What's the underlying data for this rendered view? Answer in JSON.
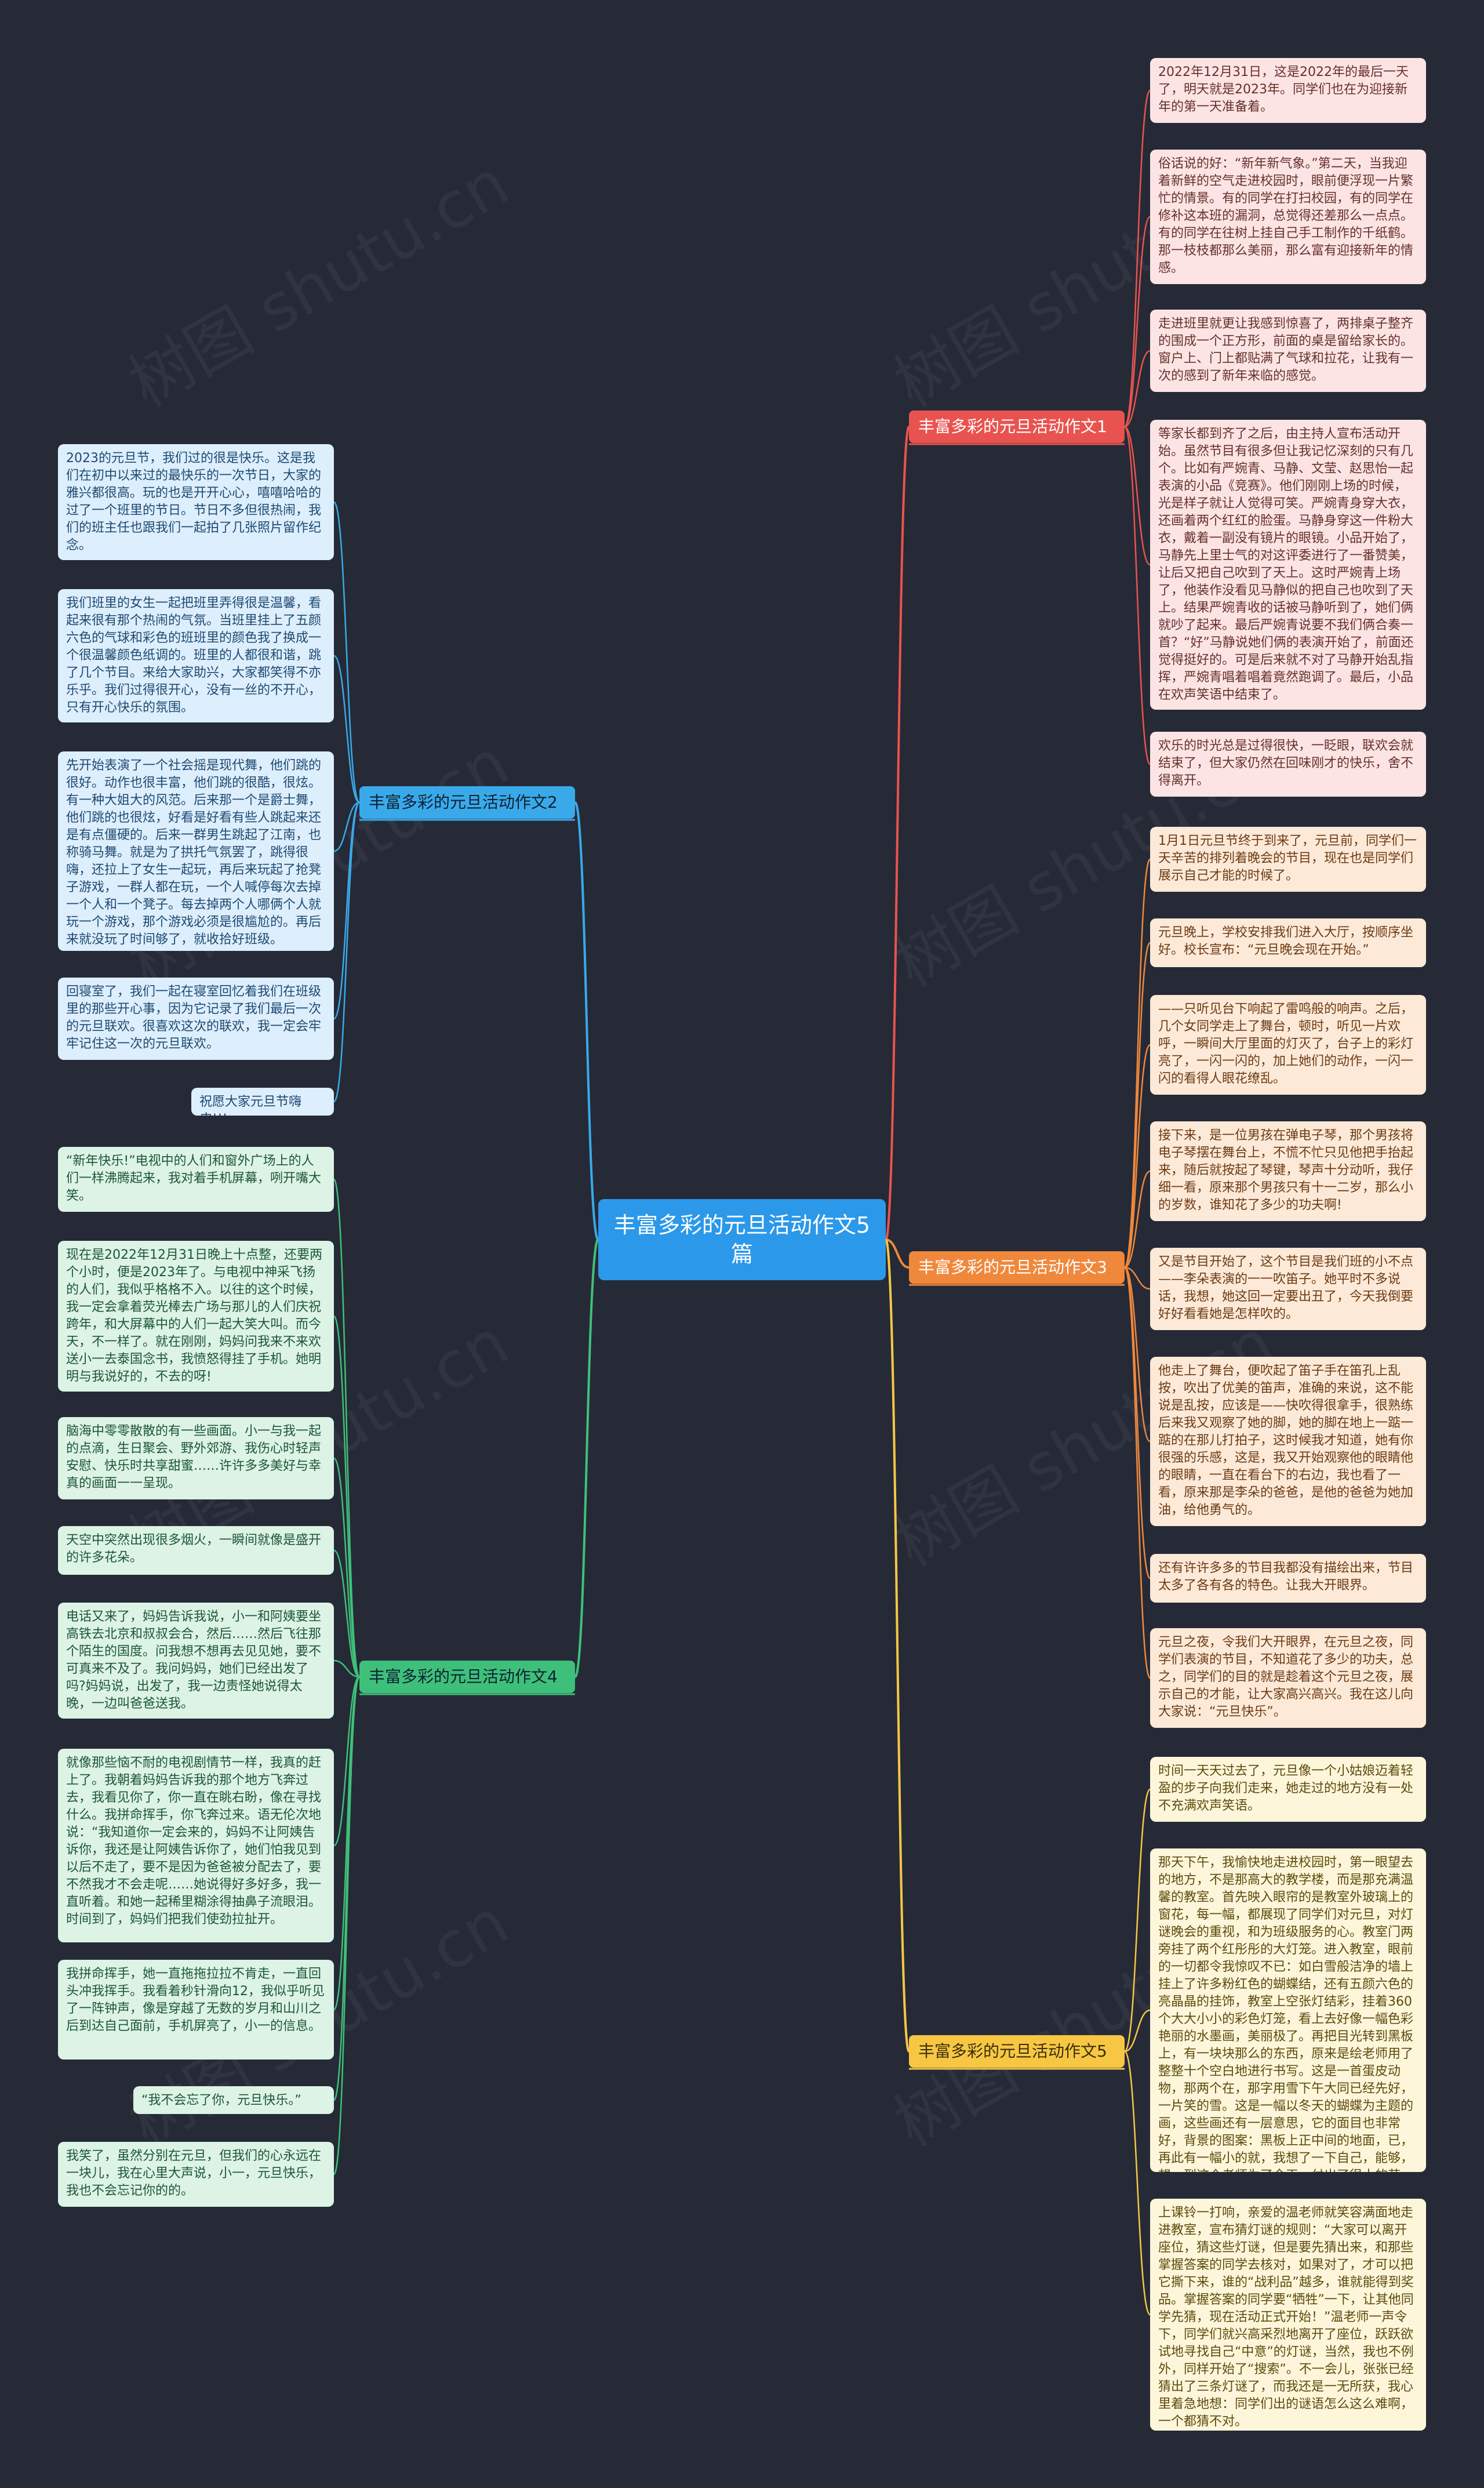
{
  "root": "丰富多彩的元旦活动作文5篇",
  "watermark": "树图 shutu.cn",
  "colors": {
    "background": "#252a36",
    "red": "#e9534f",
    "orange": "#f0883c",
    "yellow": "#f7c744",
    "blue": "#3aa9ea",
    "green": "#3fc07a"
  },
  "branches": [
    {
      "id": "b1",
      "label": "丰富多彩的元旦活动作文1",
      "color": "red",
      "side": "right",
      "leaves": [
        "2022年12月31日，这是2022年的最后一天了，明天就是2023年。同学们也在为迎接新年的第一天准备着。",
        "俗话说的好：“新年新气象。”第二天，当我迎着新鲜的空气走进校园时，眼前便浮现一片繁忙的情景。有的同学在打扫校园，有的同学在修补这本班的漏洞，总觉得还差那么一点点。有的同学在往树上挂自己手工制作的千纸鹤。那一枝枝都那么美丽，那么富有迎接新年的情感。",
        "走进班里就更让我感到惊喜了，两排桌子整齐的围成一个正方形，前面的桌是留给家长的。窗户上、门上都贴满了气球和拉花，让我有一次的感到了新年来临的感觉。",
        "等家长都到齐了之后，由主持人宣布活动开始。虽然节目有很多但让我记忆深刻的只有几个。比如有严婉青、马静、文莹、赵思怡一起表演的小品《竞赛》。他们刚刚上场的时候，光是样子就让人觉得可笑。严婉青身穿大衣，还画着两个红红的脸蛋。马静身穿这一件粉大衣，戴着一副没有镜片的眼镜。小品开始了，马静先上里士气的对这评委进行了一番赞美，让后又把自己吹到了天上。这时严婉青上场了，他装作没看见马静似的把自己也吹到了天上。结果严婉青收的话被马静听到了，她们俩就吵了起来。最后严婉青说要不我们俩合奏一首？“好”马静说她们俩的表演开始了，前面还觉得挺好的。可是后来就不对了马静开始乱指挥，严婉青唱着唱着竟然跑调了。最后，小品在欢声笑语中结束了。",
        "欢乐的时光总是过得很快，一眨眼，联欢会就结束了，但大家仍然在回味刚才的快乐，舍不得离开。"
      ]
    },
    {
      "id": "b3",
      "label": "丰富多彩的元旦活动作文3",
      "color": "orange",
      "side": "right",
      "leaves": [
        "1月1日元旦节终于到来了，元旦前，同学们一天辛苦的排列着晚会的节目，现在也是同学们展示自己才能的时候了。",
        "元旦晚上，学校安排我们进入大厅，按顺序坐好。校长宣布：“元旦晚会现在开始。”",
        "——只听见台下响起了雷鸣般的响声。之后，几个女同学走上了舞台，顿时，听见一片欢呼，一瞬间大厅里面的灯灭了，台子上的彩灯亮了，一闪一闪的，加上她们的动作，一闪一闪的看得人眼花缭乱。",
        "接下来，是一位男孩在弹电子琴，那个男孩将电子琴摆在舞台上，不慌不忙只见他把手抬起来，随后就按起了琴键，琴声十分动听，我仔细一看，原来那个男孩只有十一二岁，那么小的岁数，谁知花了多少的功夫啊!",
        "又是节目开始了，这个节目是我们班的小不点——李朵表演的一一吹笛子。她平时不多说话，我想，她这回一定要出丑了，今天我倒要好好看看她是怎样吹的。",
        "他走上了舞台，便吹起了笛子手在笛孔上乱按，吹出了优美的笛声，准确的来说，这不能说是乱按，应该是——快吹得很拿手，很熟练后来我又观察了她的脚，她的脚在地上一踮一踮的在那儿打拍子，这时候我才知道，她有你很强的乐感，这是，我又开始观察他的眼睛他的眼睛，一直在看台下的右边，我也看了一看，原来那是李朵的爸爸，是他的爸爸为她加油，给他勇气的。",
        "还有许许多多的节目我都没有描绘出来，节目太多了各有各的特色。让我大开眼界。",
        "元旦之夜，令我们大开眼界，在元旦之夜，同学们表演的节目，不知道花了多少的功夫，总之，同学们的目的就是趁着这个元旦之夜，展示自己的才能，让大家高兴高兴。我在这儿向大家说：“元旦快乐”。"
      ]
    },
    {
      "id": "b5",
      "label": "丰富多彩的元旦活动作文5",
      "color": "yellow",
      "side": "right",
      "leaves": [
        "时间一天天过去了，元旦像一个小姑娘迈着轻盈的步子向我们走来，她走过的地方没有一处不充满欢声笑语。",
        "那天下午，我愉快地走进校园时，第一眼望去的地方，不是那高大的教学楼，而是那充满温馨的教室。首先映入眼帘的是教室外玻璃上的窗花，每一幅，都展现了同学们对元旦，对灯谜晚会的重视，和为班级服务的心。教室门两旁挂了两个红彤彤的大灯笼。进入教室，眼前的一切都令我惊叹不已：如白雪般洁净的墙上挂上了许多粉红色的蝴蝶结，还有五颜六色的亮晶晶的挂饰，教室上空张灯结彩，挂着360个大大小小的彩色灯笼，看上去好像一幅色彩艳丽的水墨画，美丽极了。再把目光转到黑板上，有一块块那么的东西，原来是绘老师用了整整十个空白地进行书写。这是一首蛋皮动物，那两个在，那字用雪下午大同已经先好，一片笑的雪。这是一幅以冬天的蝴蝶为主题的画，这些画还有一层意思，它的面目也非常好，背景的图案：黑板上正中间的地面，已，再此有一幅小的就，我想了一下自己，能够，想，到这个老师为了今天，付出了很大的劳动，心里不禁感到无比的感激。",
        "上课铃一打响，亲爱的温老师就笑容满面地走进教室，宣布猜灯谜的规则：“大家可以离开座位，猜这些灯谜，但是要先猜出来，和那些掌握答案的同学去核对，如果对了，才可以把它撕下来，谁的“战利品”越多，谁就能得到奖品。掌握答案的同学要“牺牲”一下，让其他同学先猜，现在活动正式开始！”温老师一声令下，同学们就兴高采烈地离开了座位，跃跃欲试地寻找自己“中意”的灯谜，当然，我也不例外，同样开始了“搜索”。不一会儿，张张已经猜出了三条灯谜了，而我还是一无所获，我心里着急地想：同学们出的谜语怎么这么难啊，一个都猜不对。"
      ]
    },
    {
      "id": "b2",
      "label": "丰富多彩的元旦活动作文2",
      "color": "blue",
      "side": "left",
      "leaves": [
        "2023的元旦节，我们过的很是快乐。这是我们在初中以来过的最快乐的一次节日，大家的雅兴都很高。玩的也是开开心心，嘻嘻哈哈的过了一个班里的节日。节日不多但很热闹，我们的班主任也跟我们一起拍了几张照片留作纪念。",
        "我们班里的女生一起把班里弄得很是温馨，看起来很有那个热闹的气氛。当班里挂上了五颜六色的气球和彩色的班班里的颜色我了换成一个很温馨颜色纸调的。班里的人都很和谐，跳了几个节目。来给大家助兴，大家都笑得不亦乐乎。我们过得很开心，没有一丝的不开心，只有开心快乐的氛围。",
        "先开始表演了一个社会摇是现代舞，他们跳的很好。动作也很丰富，他们跳的很酷，很炫。有一种大姐大的风范。后来那一个是爵士舞，他们跳的也很炫，好看是好看有些人跳起来还是有点僵硬的。后来一群男生跳起了江南，也称骑马舞。就是为了拱托气氛罢了，跳得很嗨，还拉上了女生一起玩，再后来玩起了抢凳子游戏，一群人都在玩，一个人喊停每次去掉一个人和一个凳子。每去掉两个人哪俩个人就玩一个游戏，那个游戏必须是很尴尬的。再后来就没玩了时间够了，就收拾好班级。",
        "回寝室了，我们一起在寝室回忆着我们在班级里的那些开心事，因为它记录了我们最后一次的元旦联欢。很喜欢这次的联欢，我一定会牢牢记住这一次的元旦联欢。",
        "祝愿大家元旦节嗨皮!!!"
      ]
    },
    {
      "id": "b4",
      "label": "丰富多彩的元旦活动作文4",
      "color": "green",
      "side": "left",
      "leaves": [
        "“新年快乐!”电视中的人们和窗外广场上的人们一样沸腾起来，我对着手机屏幕，咧开嘴大笑。",
        "现在是2022年12月31日晚上十点整，还要两个小时，便是2023年了。与电视中神采飞扬的人们，我似乎格格不入。以往的这个时候，我一定会拿着荧光棒去广场与那儿的人们庆祝跨年，和大屏幕中的人们一起大笑大叫。而今天，不一样了。就在刚刚，妈妈问我来不来欢送小一去泰国念书，我愤怒得挂了手机。她明明与我说好的，不去的呀!",
        "脑海中零零散散的有一些画面。小一与我一起的点滴，生日聚会、野外郊游、我伤心时轻声安慰、快乐时共享甜蜜……许许多多美好与幸真的画面一一呈现。",
        "天空中突然出现很多烟火，一瞬间就像是盛开的许多花朵。",
        "电话又来了，妈妈告诉我说，小一和阿姨要坐高铁去北京和叔叔会合，然后……然后飞往那个陌生的国度。问我想不想再去见见她，要不可真来不及了。我问妈妈，她们已经出发了吗?妈妈说，出发了，我一边责怪她说得太晚，一边叫爸爸送我。",
        "就像那些恼不耐的电视剧情节一样，我真的赶上了。我朝着妈妈告诉我的那个地方飞奔过去，我看见你了，你一直在眺右盼，像在寻找什么。我拼命挥手，你飞奔过来。语无伦次地说：“我知道你一定会来的，妈妈不让阿姨告诉你，我还是让阿姨告诉你了，她们怕我见到以后不走了，要不是因为爸爸被分配去了，要不然我才不会走呢……她说得好多好多，我一直听着。和她一起稀里糊涂得抽鼻子流眼泪。时间到了，妈妈们把我们使劲拉扯开。",
        "我拼命挥手，她一直拖拖拉拉不肯走，一直回头冲我挥手。我看着秒针滑向12，我似乎听见了一阵钟声，像是穿越了无数的岁月和山川之后到达自己面前，手机屏亮了，小一的信息。",
        "“我不会忘了你，元旦快乐。”",
        "我笑了，虽然分别在元旦，但我们的心永远在一块儿，我在心里大声说，小一，元旦快乐，我也不会忘记你的的。"
      ]
    }
  ]
}
